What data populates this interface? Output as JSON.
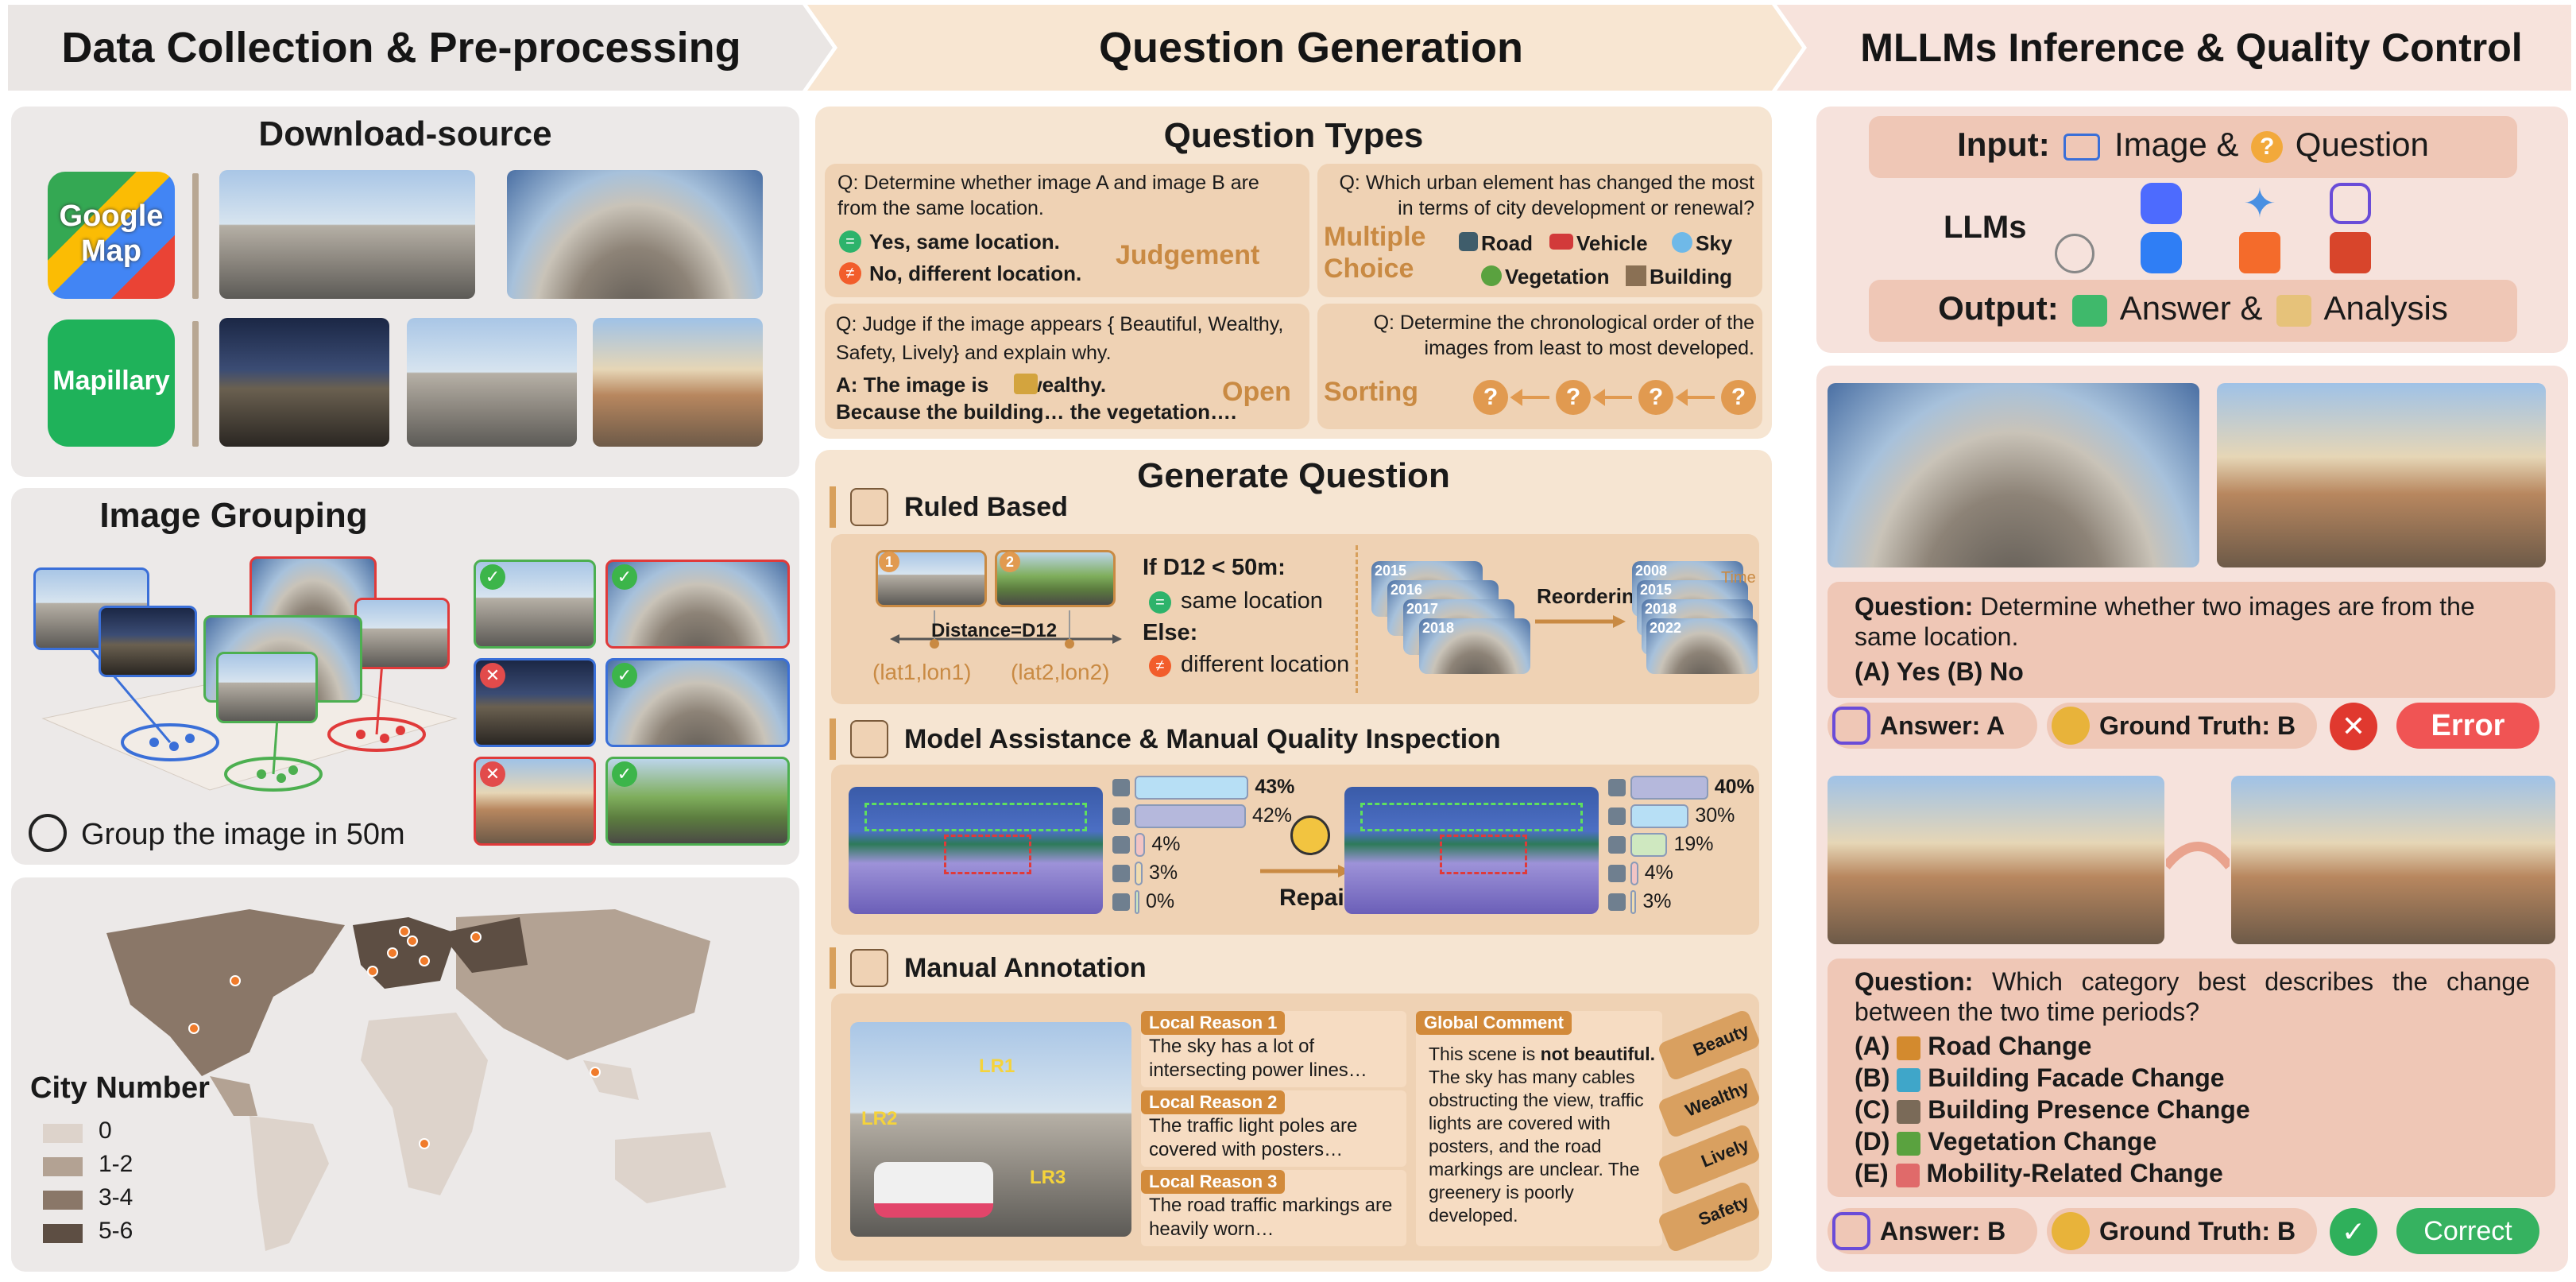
{
  "headers": {
    "col1": "Data Collection & Pre-processing",
    "col2": "Question Generation",
    "col3": "MLLMs Inference & Quality Control"
  },
  "download": {
    "title": "Download-source",
    "google_label": "Google Map",
    "mapillary_label": "Mapillary"
  },
  "grouping": {
    "title": "Image Grouping",
    "caption": "Group the image in 50m"
  },
  "worldmap": {
    "legend_title": "City Number",
    "legend": [
      "0",
      "1-2",
      "3-4",
      "5-6"
    ],
    "colors": [
      "#ddd3cb",
      "#b3a293",
      "#8a7768",
      "#5d4e43"
    ]
  },
  "qtypes": {
    "title": "Question Types",
    "judgement": {
      "q": "Q: Determine whether image A and image B are from the same location.",
      "opt_yes": "Yes, same location.",
      "opt_no": "No, different location.",
      "label": "Judgement"
    },
    "multiple": {
      "q": "Q: Which urban element has changed the most in terms of city development or renewal?",
      "label": "Multiple Choice",
      "items": [
        "Road",
        "Vehicle",
        "Sky",
        "Vegetation",
        "Building"
      ]
    },
    "open": {
      "q_start": "Q: Judge if the image appears {",
      "q_items": [
        "Beautiful,",
        "Wealthy,",
        "Safety,",
        "Lively}"
      ],
      "q_end": "and explain why.",
      "a1_start": "A: The image is",
      "a1_end": "wealthy.",
      "a2": "Because the building… the vegetation….",
      "label": "Open"
    },
    "sorting": {
      "q": "Q: Determine the chronological order of the images from least to most developed.",
      "label": "Sorting",
      "symbol": "?"
    }
  },
  "generate": {
    "title": "Generate Question",
    "ruled": {
      "title": "Ruled Based",
      "n1": "1",
      "n2": "2",
      "distance": "Distance=D12",
      "coord1": "(lat1,lon1)",
      "coord2": "(lat2,lon2)",
      "if": "If D12 < 50m:",
      "same": "same location",
      "else": "Else:",
      "different": "different location",
      "years": [
        "2015",
        "2016",
        "2017",
        "2018"
      ],
      "years_sorted": [
        "2008",
        "2015",
        "2018",
        "2022"
      ],
      "reordering": "Reordering",
      "time": "Time"
    },
    "model": {
      "title": "Model Assistance & Manual Quality Inspection",
      "before": [
        {
          "pct": "43%",
          "value": 43,
          "color": "#b7dff5"
        },
        {
          "pct": "42%",
          "value": 42,
          "color": "#b5b8dc"
        },
        {
          "pct": "4%",
          "value": 4,
          "color": "#f2c4c4"
        },
        {
          "pct": "3%",
          "value": 3,
          "color": "#f0dcb0"
        },
        {
          "pct": "0%",
          "value": 0,
          "color": "#cfe8c0"
        }
      ],
      "after": [
        {
          "pct": "40%",
          "value": 40,
          "color": "#b5b8dc"
        },
        {
          "pct": "30%",
          "value": 30,
          "color": "#b7dff5"
        },
        {
          "pct": "19%",
          "value": 19,
          "color": "#cfe8c0"
        },
        {
          "pct": "4%",
          "value": 4,
          "color": "#f2c4c4"
        },
        {
          "pct": "3%",
          "value": 3,
          "color": "#f0dcb0"
        }
      ],
      "repair": "Repair"
    },
    "manual": {
      "title": "Manual Annotation",
      "lr_tags": [
        "LR1",
        "LR2",
        "LR3"
      ],
      "reasons": [
        {
          "title": "Local Reason 1",
          "text": "The sky has a lot of intersecting power lines…"
        },
        {
          "title": "Local Reason 2",
          "text": "The traffic light poles are covered with posters…"
        },
        {
          "title": "Local Reason 3",
          "text": "The road traffic markings are heavily worn…"
        }
      ],
      "global_title": "Global Comment",
      "global_text_1": "This scene is",
      "global_text_2": "not beautiful.",
      "global_text_3": "The sky has many cables obstructing the view, traffic lights are covered with posters, and the road markings are unclear. The greenery is poorly developed.",
      "labels": [
        "Beauty",
        "Wealthy",
        "Lively",
        "Safety"
      ]
    }
  },
  "inference": {
    "input_label": "Input:",
    "input_image": "Image &",
    "input_question": "Question",
    "llms_label": "LLMs",
    "output_label": "Output:",
    "output_answer": "Answer &",
    "output_analysis": "Analysis",
    "q1": {
      "label": "Question:",
      "text": "Determine whether two images are from the same location.",
      "options": "(A) Yes  (B) No",
      "answer": "Answer: A",
      "truth": "Ground Truth: B",
      "verdict": "Error"
    },
    "q2": {
      "label": "Question:",
      "text": "Which category best describes the change between the two time periods?",
      "options": [
        {
          "key": "(A)",
          "text": "Road Change"
        },
        {
          "key": "(B)",
          "text": "Building Facade Change"
        },
        {
          "key": "(C)",
          "text": "Building Presence Change"
        },
        {
          "key": "(D)",
          "text": "Vegetation Change"
        },
        {
          "key": "(E)",
          "text": "Mobility-Related Change"
        }
      ],
      "answer": "Answer: B",
      "truth": "Ground Truth: B",
      "verdict": "Correct"
    }
  }
}
